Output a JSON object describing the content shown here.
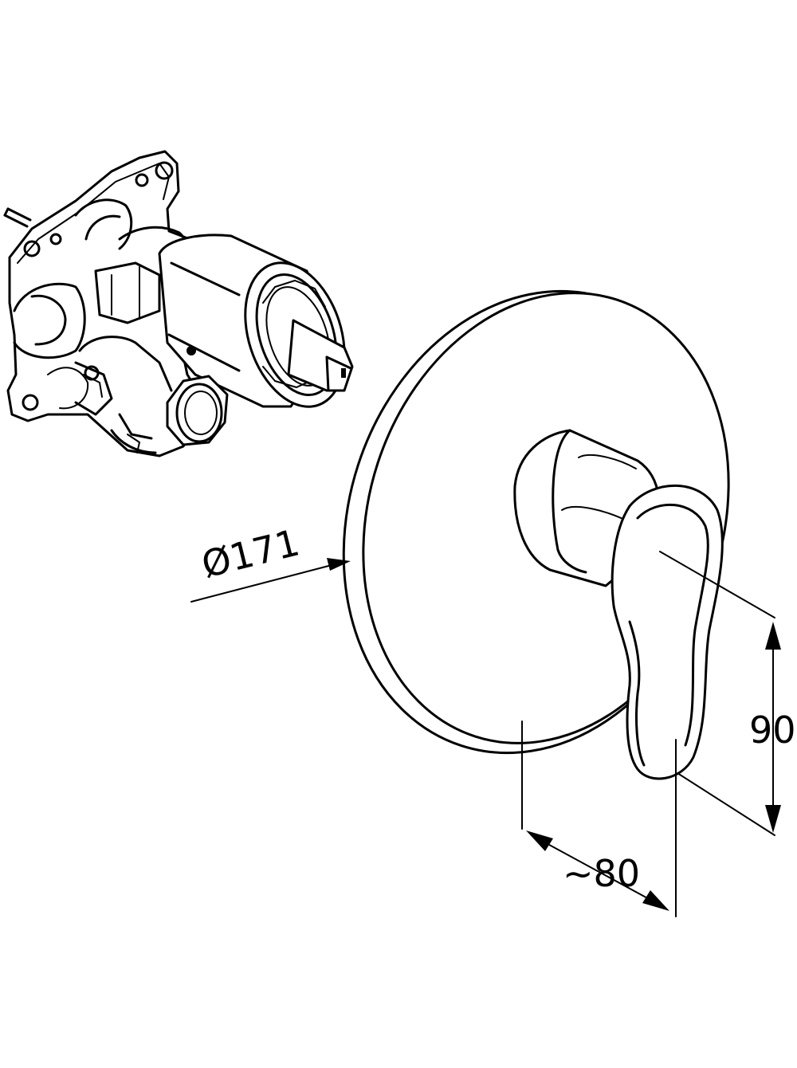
{
  "dimensions": {
    "diameter_label": "Ø171",
    "height_label": "90",
    "depth_label": "~80"
  },
  "colors": {
    "line": "#000000",
    "background": "#ffffff"
  }
}
